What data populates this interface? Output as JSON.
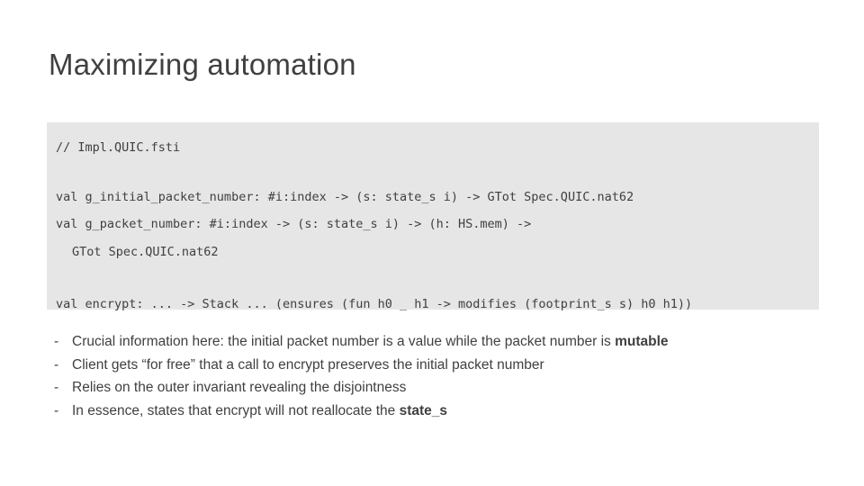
{
  "slide": {
    "title": "Maximizing automation",
    "code": {
      "comment": "// Impl.QUIC.fsti",
      "lines": [
        "val g_initial_packet_number: #i:index -> (s: state_s i) -> GTot Spec.QUIC.nat62",
        "val g_packet_number: #i:index -> (s: state_s i) -> (h: HS.mem) ->",
        "GTot Spec.QUIC.nat62",
        "val encrypt: ... -> Stack ... (ensures (fun h0 _ h1 -> modifies (footprint_s s) h0 h1))"
      ]
    },
    "bullets": [
      {
        "marker": "-",
        "pre": "Crucial information here: the initial packet number is a value while the packet number is ",
        "strong": "mutable",
        "post": ""
      },
      {
        "marker": "-",
        "pre": "Client gets “for free” that a call to encrypt preserves the initial packet number",
        "strong": "",
        "post": ""
      },
      {
        "marker": "-",
        "pre": "Relies on the outer invariant revealing the disjointness",
        "strong": "",
        "post": ""
      },
      {
        "marker": "-",
        "pre": "In essence, states that encrypt will not reallocate the ",
        "strong": "state_s",
        "post": ""
      }
    ]
  },
  "colors": {
    "text": "#404040",
    "code_background": "#e6e6e6",
    "slide_background": "#ffffff"
  }
}
